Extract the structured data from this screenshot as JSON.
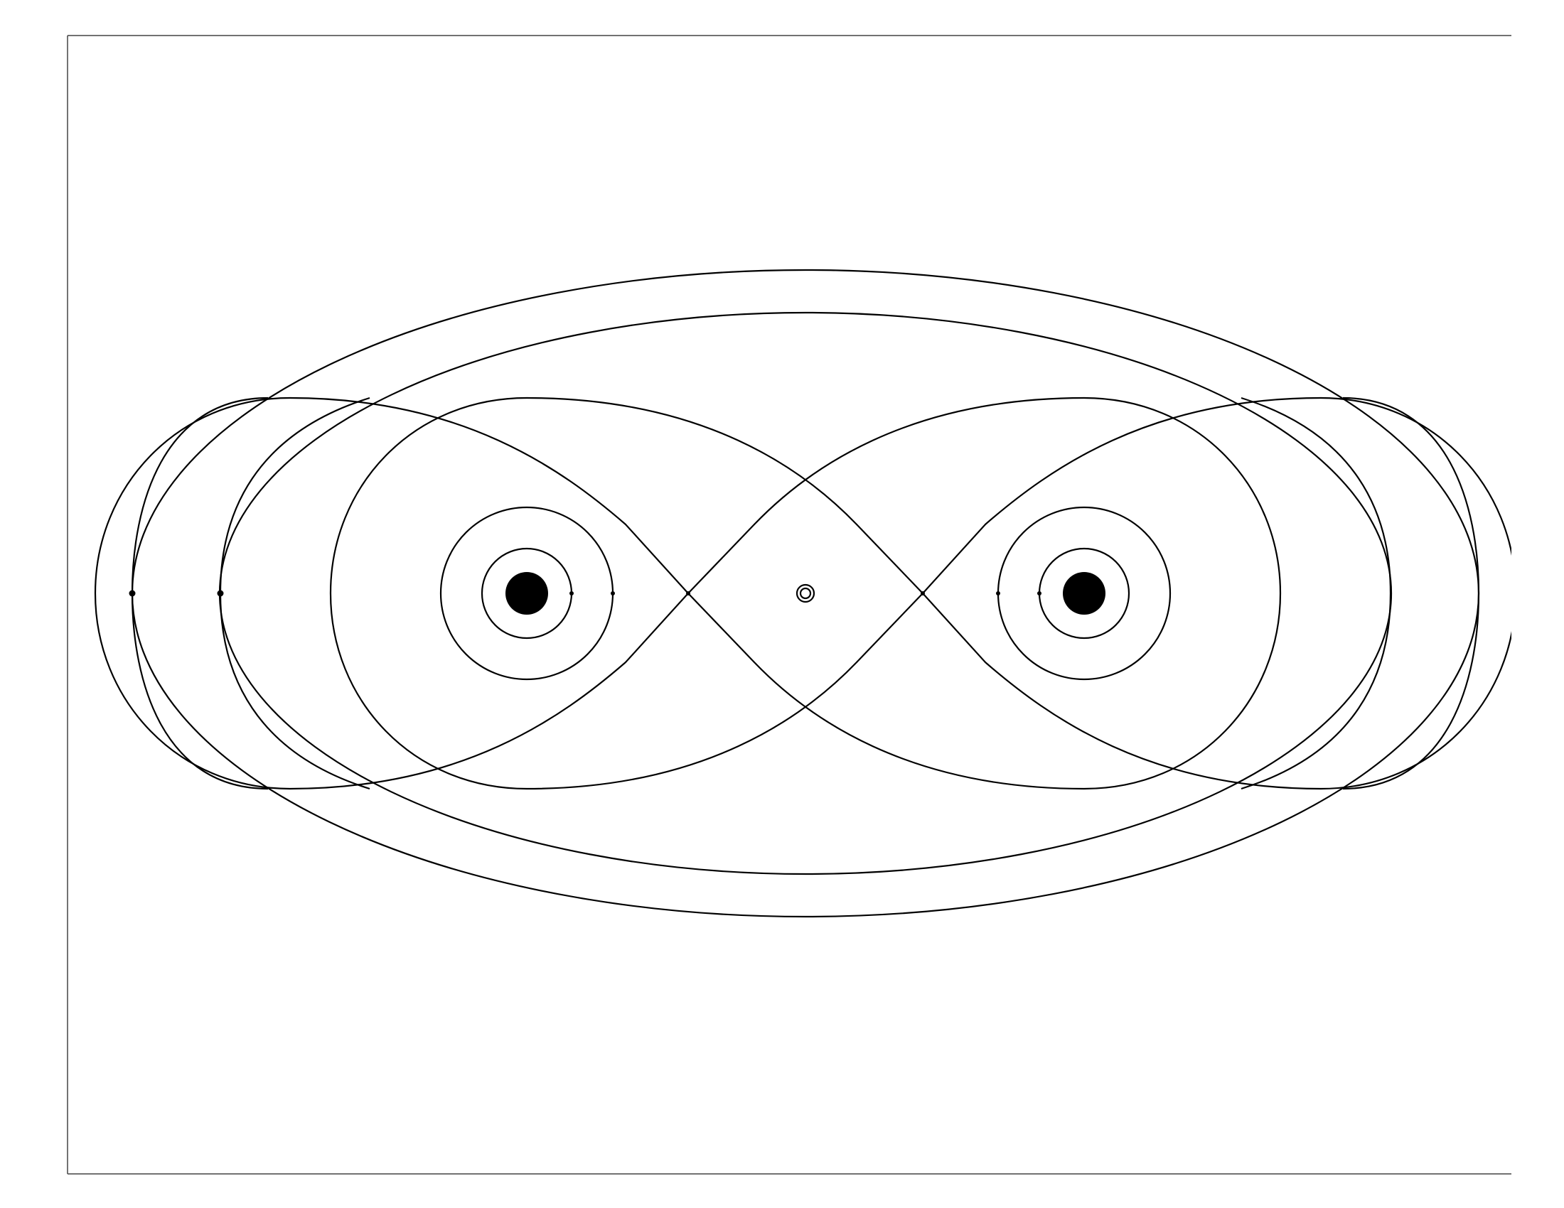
{
  "diagram": {
    "kind": "level-set contour plot of two point centers (ovals of Cassini family)",
    "colors": {
      "background": "#ffffff",
      "stroke": "#000000",
      "frame": "#444444"
    },
    "features": {
      "point_centers": 2,
      "central_small_ring": 1,
      "lemniscate_figure_eight": 1,
      "nested_rings_per_center": 2,
      "outer_enclosing_ovals": 2,
      "side_lobed_curves": 2,
      "intersection_markers": 8
    }
  }
}
